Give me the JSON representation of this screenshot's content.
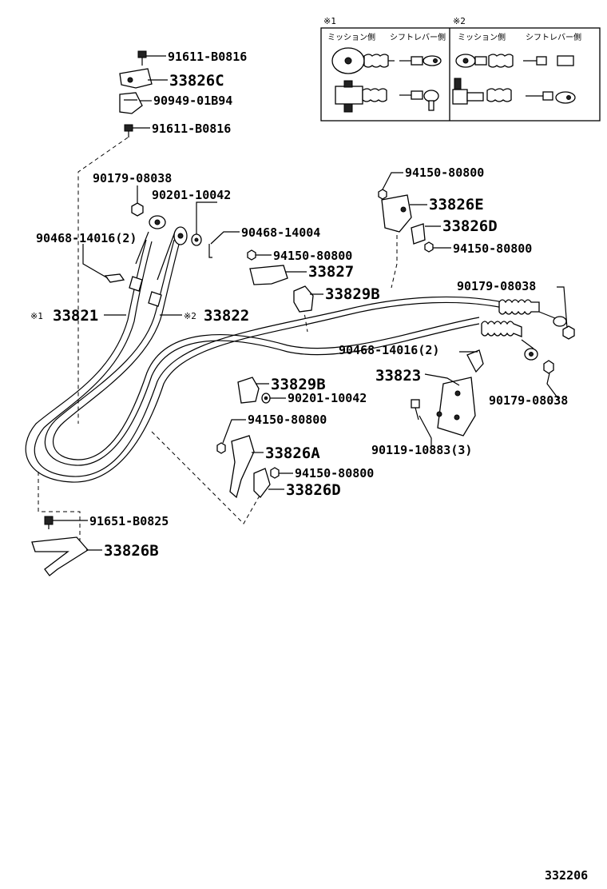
{
  "inset": {
    "mark1": "※1",
    "mark2": "※2",
    "col1_left": "ミッション側",
    "col1_right": "シフトレバー側",
    "col2_left": "ミッション側",
    "col2_right": "シフトレバー側"
  },
  "labels": {
    "p91611_top": "91611-B0816",
    "p33826C": "33826C",
    "p90949": "90949-01B94",
    "p91611_bot": "91611-B0816",
    "p90179_left": "90179-08038",
    "p90201_top": "90201-10042",
    "p90468_14016_left": "90468-14016(2)",
    "p90468_14004": "90468-14004",
    "p94150_top": "94150-80800",
    "p33826E": "33826E",
    "p33826D_top": "33826D",
    "p94150_right": "94150-80800",
    "p94150_mid": "94150-80800",
    "p33827": "33827",
    "p33829B_top": "33829B",
    "p90179_right_top": "90179-08038",
    "mark1": "※1",
    "p33821": "33821",
    "mark2": "※2",
    "p33822": "33822",
    "p90468_14016_right": "90468-14016(2)",
    "p33823": "33823",
    "p33829B_bot": "33829B",
    "p90201_bot": "90201-10042",
    "p90179_right_bot": "90179-08038",
    "p94150_lower": "94150-80800",
    "p90119": "90119-10883(3)",
    "p33826A": "33826A",
    "p94150_bottom": "94150-80800",
    "p33826D_bot": "33826D",
    "p91651": "91651-B0825",
    "p33826B": "33826B",
    "ref": "332206"
  }
}
